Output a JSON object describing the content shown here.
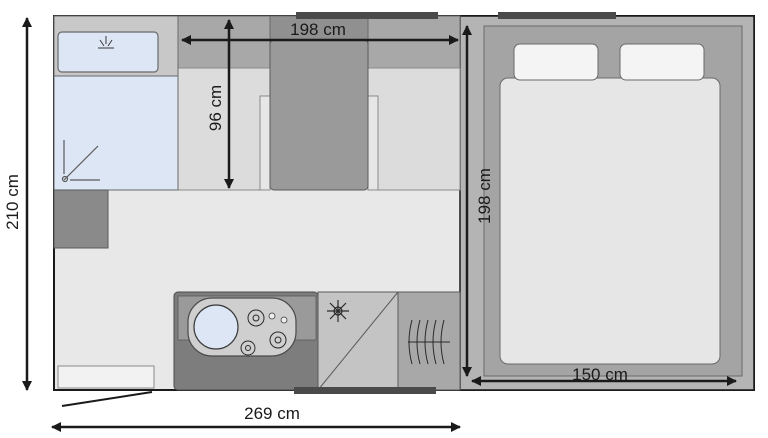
{
  "dimensions": {
    "top_width": "198 cm",
    "seat_height": "96 cm",
    "total_height": "210 cm",
    "bed_length": "198 cm",
    "bed_width": "150 cm",
    "bottom_width": "269 cm"
  },
  "colors": {
    "outline": "#1a1a1a",
    "wall_dark": "#5a5a5a",
    "floor": "#e8e8e8",
    "bedroom": "#b4b4b4",
    "mattress": "#e6e6e6",
    "pillow": "#f4f4f4",
    "cabinet_mid": "#a8a8a8",
    "cabinet_dark": "#8a8a8a",
    "bench": "#dcdcdc",
    "table": "#9a9a9a",
    "shower": "#dce6f5",
    "sink_basin": "#dce6f5",
    "counter": "#7d7d7d"
  },
  "icons": [
    "shower-head-icon",
    "snowflake-icon",
    "burner-icon",
    "heater-icon"
  ]
}
